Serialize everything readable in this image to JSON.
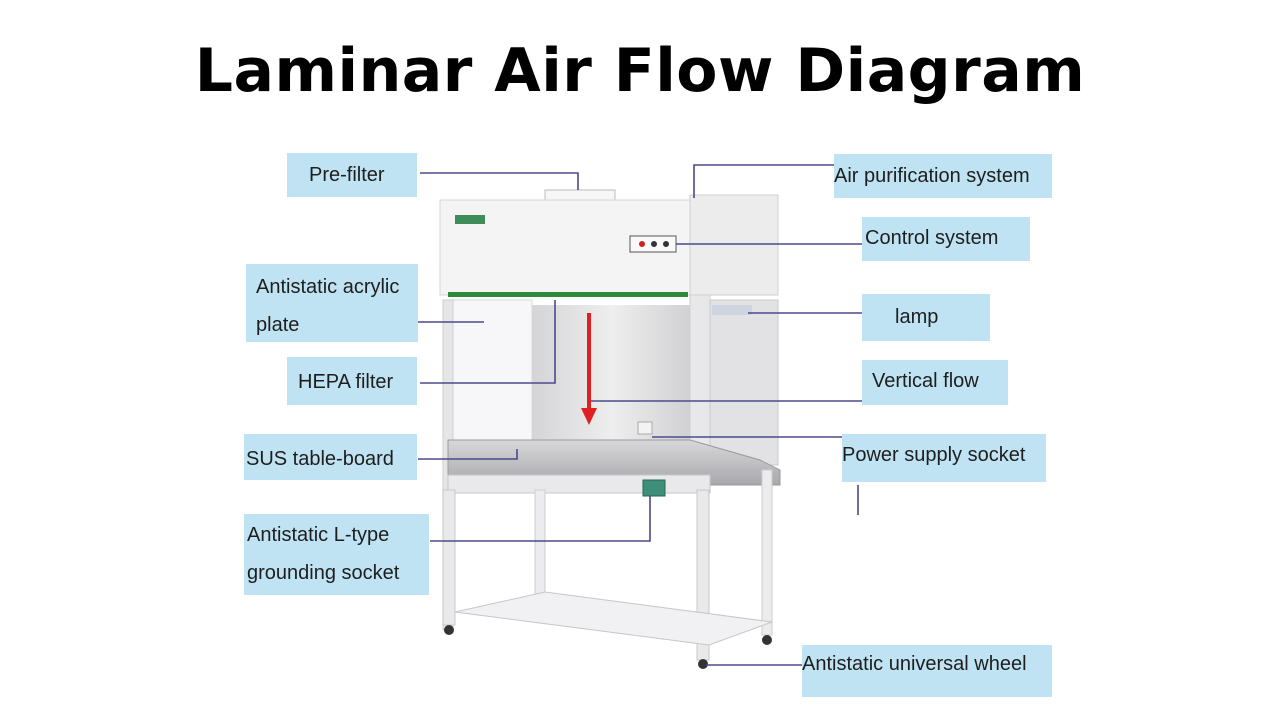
{
  "title": "Laminar Air Flow Diagram",
  "labels": {
    "pre_filter": "Pre-filter",
    "air_purification": "Air purification system",
    "control_system": "Control system",
    "acrylic_line1": "Antistatic acrylic",
    "acrylic_line2": "plate",
    "lamp": "lamp",
    "hepa_filter": "HEPA filter",
    "vertical_flow": "Vertical flow",
    "sus_table": "SUS table-board",
    "power_socket": "Power supply socket",
    "grounding_line1": "Antistatic L-type",
    "grounding_line2": "grounding socket",
    "wheel": "Antistatic universal wheel"
  },
  "colors": {
    "label_bg": "#bfe3f2",
    "leader": "#4a4a8c",
    "frame": "#e4e4e6",
    "panel": "#f3f3f3",
    "green_strip": "#2f8a3c",
    "arrow": "#e02020"
  }
}
